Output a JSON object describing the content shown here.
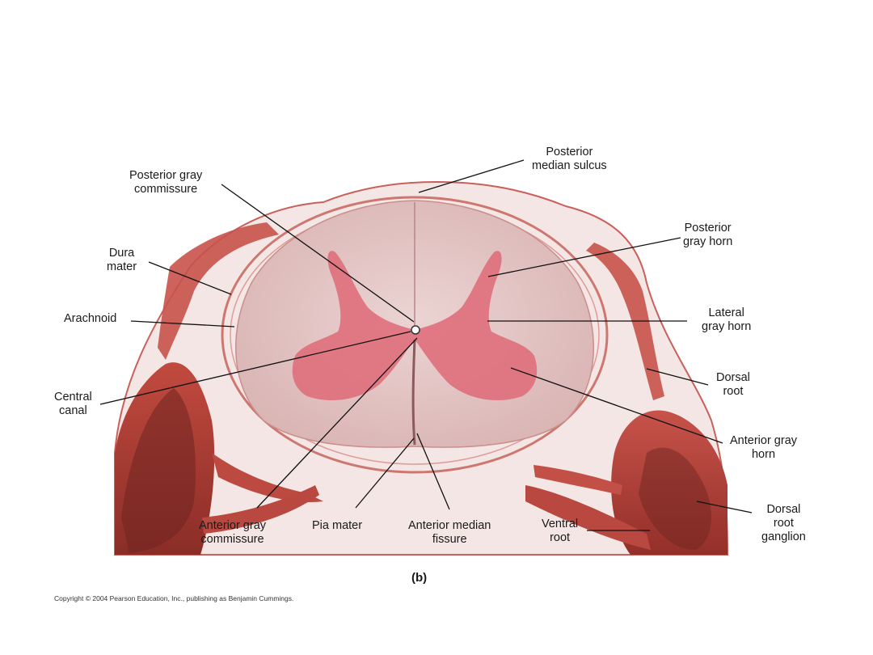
{
  "labels": {
    "posterior_gray_commissure": [
      "Posterior gray",
      "commissure"
    ],
    "posterior_median_sulcus": [
      "Posterior",
      "median sulcus"
    ],
    "posterior_gray_horn": [
      "Posterior",
      "gray horn"
    ],
    "dura_mater": [
      "Dura",
      "mater"
    ],
    "arachnoid": [
      "Arachnoid"
    ],
    "lateral_gray_horn": [
      "Lateral",
      "gray horn"
    ],
    "central_canal": [
      "Central",
      "canal"
    ],
    "dorsal_root": [
      "Dorsal",
      "root"
    ],
    "anterior_gray_horn": [
      "Anterior gray",
      "horn"
    ],
    "anterior_gray_commissure": [
      "Anterior gray",
      "commissure"
    ],
    "pia_mater": [
      "Pia mater"
    ],
    "anterior_median_fissure": [
      "Anterior median",
      "fissure"
    ],
    "ventral_root": [
      "Ventral",
      "root"
    ],
    "dorsal_root_ganglion": [
      "Dorsal",
      "root",
      "ganglion"
    ]
  },
  "caption": "(b)",
  "copyright": "Copyright © 2004 Pearson Education, Inc., publishing as Benjamin Cummings.",
  "colors": {
    "white_matter": "#e6cccb",
    "gray_matter": "#df6f7c",
    "tissue": "#c8524a",
    "tissue_dark": "#8a2f2a",
    "leader_line": "#111111"
  }
}
